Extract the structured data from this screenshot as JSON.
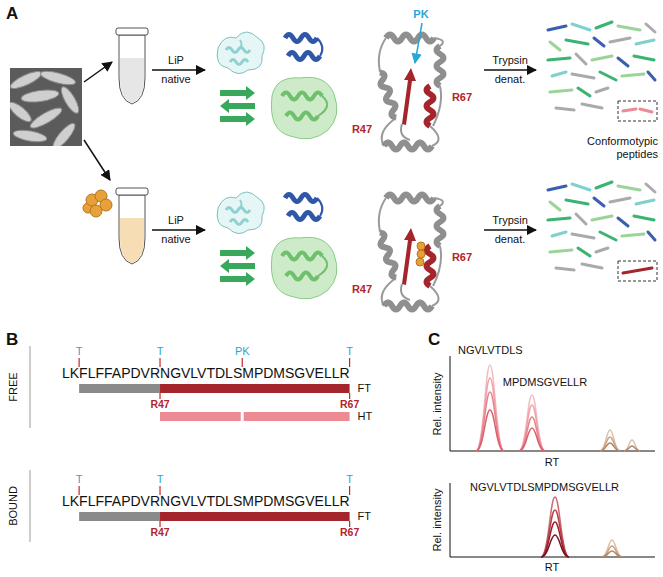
{
  "diagram": {
    "labels": [
      "A",
      "LiP",
      "native",
      "PK",
      "R47",
      "R67",
      "Trypsin",
      "denat.",
      "Conformotypic peptides",
      "LiP",
      "native",
      "R47",
      "R67",
      "Trypsin",
      "denat.",
      "B",
      "FREE",
      "T",
      "T",
      "PK",
      "T",
      "LKFLFFAPDVRNGVLVTDLSMPDMSGVELLR",
      "FT",
      "R47",
      "R67",
      "HT",
      "BOUND",
      "T",
      "T",
      "T",
      "LKFLFFAPDVRNGVLVTDLSMPDMSGVELLR",
      "FT",
      "R47",
      "R67",
      "C",
      "NGVLVTDLS",
      "MPDMSGVELLR",
      "Rel. intensity",
      "RT",
      "NGVLVTDLSMPDMSGVELLR",
      "Rel. intensity",
      "RT"
    ]
  }
}
